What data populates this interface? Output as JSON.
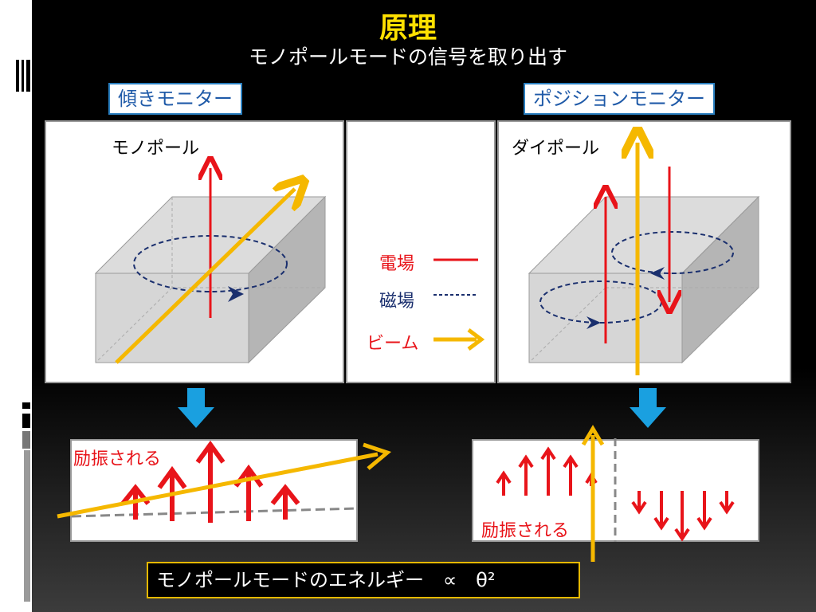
{
  "title": "原理",
  "subtitle": "モノポールモードの信号を取り出す",
  "left_tag": "傾きモニター",
  "right_tag": "ポジションモニター",
  "monopole_label": "モノポール",
  "dipole_label": "ダイポール",
  "legend": {
    "efield": "電場",
    "bfield": "磁場",
    "beam": "ビーム"
  },
  "excited_left": "励振される",
  "excited_right": "励振される",
  "energy_formula": "モノポールモードのエネルギー　∝　θ²",
  "colors": {
    "title": "#ffe100",
    "efield": "#e8141a",
    "beam": "#f5b800",
    "bfield": "#1a2f6e",
    "down_arrow": "#1aa0e0"
  }
}
